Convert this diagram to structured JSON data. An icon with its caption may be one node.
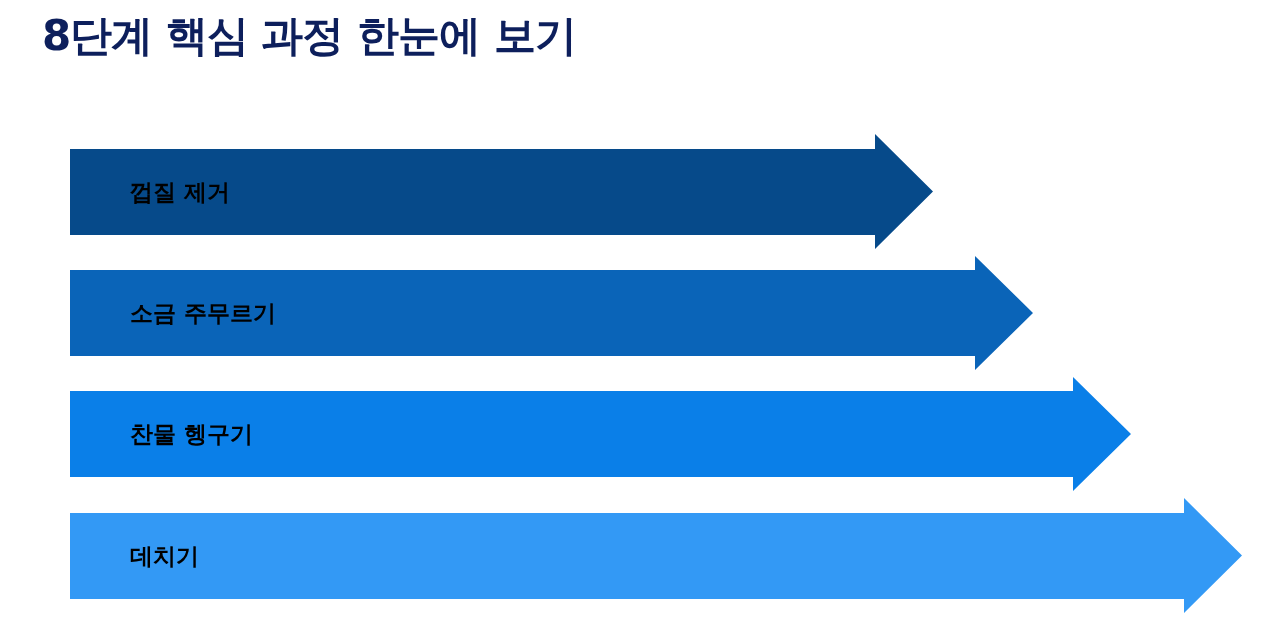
{
  "diagram": {
    "title": "8단계 핵심 과정 한눈에 보기",
    "nodes": [
      {
        "text": [
          "껍질 제거"
        ]
      },
      {
        "text": [
          "소금 주무르기"
        ]
      },
      {
        "text": [
          "찬물 헹구기"
        ]
      },
      {
        "text": [
          "데치기"
        ]
      }
    ]
  }
}
